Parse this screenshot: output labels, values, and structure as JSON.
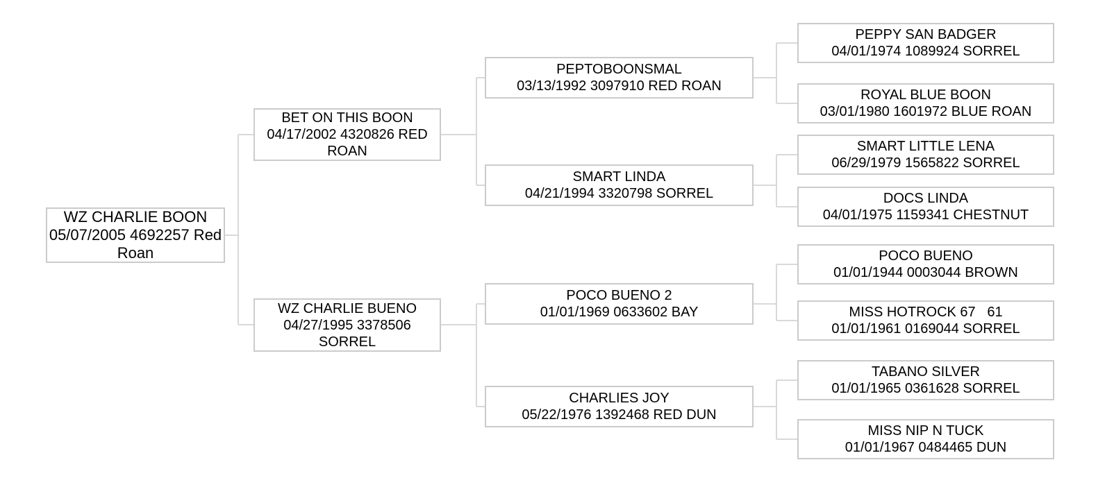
{
  "colors": {
    "box-border": "#cbcbcb",
    "line": "#d9d9d9",
    "text": "#000000",
    "bg": "#ffffff"
  },
  "pedigree": {
    "root": {
      "name": "WZ CHARLIE BOON",
      "detail": "05/07/2005 4692257 Red Roan"
    },
    "gen2": [
      {
        "name": "BET ON THIS BOON",
        "detail": "04/17/2002 4320826 RED ROAN"
      },
      {
        "name": "WZ CHARLIE BUENO",
        "detail": "04/27/1995 3378506 SORREL"
      }
    ],
    "gen3": [
      {
        "name": "PEPTOBOONSMAL",
        "detail": "03/13/1992 3097910 RED ROAN"
      },
      {
        "name": "SMART LINDA",
        "detail": "04/21/1994 3320798 SORREL"
      },
      {
        "name": "POCO BUENO 2",
        "detail": "01/01/1969 0633602 BAY"
      },
      {
        "name": "CHARLIES JOY",
        "detail": "05/22/1976 1392468 RED DUN"
      }
    ],
    "gen4": [
      {
        "name": "PEPPY SAN BADGER",
        "detail": "04/01/1974 1089924 SORREL"
      },
      {
        "name": "ROYAL BLUE BOON",
        "detail": "03/01/1980 1601972 BLUE ROAN"
      },
      {
        "name": "SMART LITTLE LENA",
        "detail": "06/29/1979 1565822 SORREL"
      },
      {
        "name": "DOCS LINDA",
        "detail": "04/01/1975 1159341 CHESTNUT"
      },
      {
        "name": "POCO BUENO",
        "detail": "01/01/1944 0003044 BROWN"
      },
      {
        "name": "MISS HOTROCK 67   61",
        "detail": "01/01/1961 0169044 SORREL"
      },
      {
        "name": "TABANO SILVER",
        "detail": "01/01/1965 0361628 SORREL"
      },
      {
        "name": "MISS NIP N TUCK",
        "detail": "01/01/1967 0484465 DUN"
      }
    ]
  }
}
